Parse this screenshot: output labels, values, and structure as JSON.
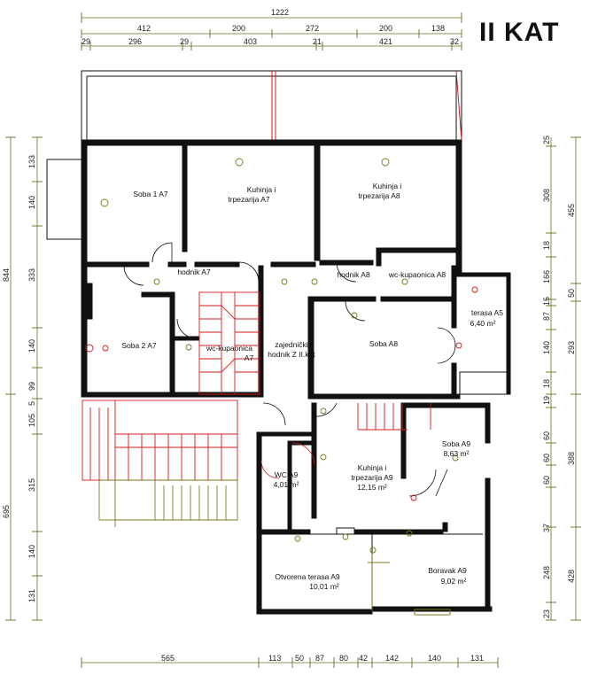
{
  "title": "II KAT",
  "dims": {
    "top_total": "1222",
    "top_row1": [
      "412",
      "200",
      "272",
      "200",
      "138"
    ],
    "top_row2": [
      "29",
      "296",
      "29",
      "403",
      "21",
      "421",
      "32"
    ],
    "bottom": [
      "565",
      "113",
      "50",
      "87",
      "80",
      "42",
      "142",
      "140",
      "131"
    ],
    "left_total1": "844",
    "left_total2": "695",
    "left_parts": [
      "133",
      "140",
      "333",
      "140",
      "99",
      "105",
      "315",
      "140",
      "131"
    ],
    "left_small": "5",
    "right_col1": [
      "25",
      "308",
      "18",
      "166",
      "15",
      "87",
      "140",
      "18",
      "19",
      "60",
      "60",
      "60",
      "37",
      "248",
      "23"
    ],
    "right_col2": [
      "455",
      "50",
      "293",
      "388",
      "428"
    ]
  },
  "rooms": [
    {
      "name": "Soba 1 A7",
      "area": ""
    },
    {
      "name": "Kuhinja i",
      "line2": "trpezarija A7"
    },
    {
      "name": "Kuhinja i",
      "line2": "trpezarija A8"
    },
    {
      "name": "hodnik A7",
      "area": ""
    },
    {
      "name": "hodnik A8",
      "area": ""
    },
    {
      "name": "wc-kupaonica A8",
      "area": ""
    },
    {
      "name": "Soba 2 A7",
      "area": ""
    },
    {
      "name": "wc-kupaonica",
      "line2": "A7"
    },
    {
      "name": "zajednički",
      "line2": "hodnik Z II.kat"
    },
    {
      "name": "Soba A8",
      "area": ""
    },
    {
      "name": "terasa A5",
      "area": "6,40 m²"
    },
    {
      "name": "Soba A9",
      "area": "8,63 m²"
    },
    {
      "name": "WC A9",
      "area": "4,01 m²"
    },
    {
      "name": "Kuhinja i",
      "line2": "trpezarija A9",
      "area": "12,15 m²"
    },
    {
      "name": "Otvorena terasa A9",
      "area": "10,01 m²"
    },
    {
      "name": "Boravak A9",
      "area": "9,02 m²"
    }
  ],
  "colors": {
    "wall": "#111111",
    "dimension": "#6b6b1f",
    "stair": "#d21a1a",
    "fixture": "#7a7a1a"
  }
}
